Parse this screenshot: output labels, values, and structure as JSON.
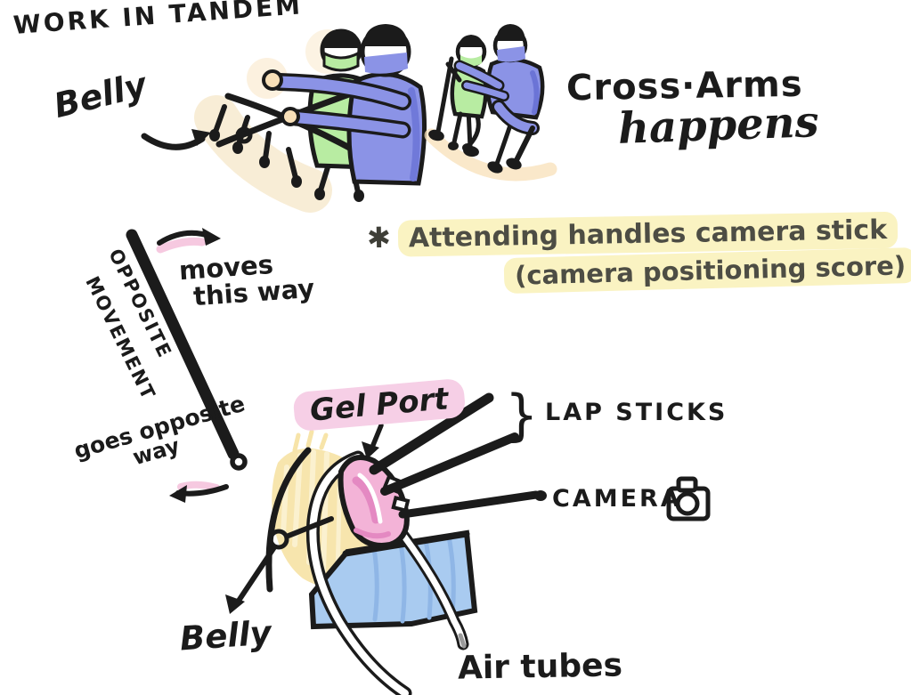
{
  "colors": {
    "paper": "#ffffff",
    "ink": "#1b1b1b",
    "note_ink": "#4d4d44",
    "yellow_highlight": "#FAF3C2",
    "pink_highlight": "#F6CFE6",
    "arrow_pink": "#F6C9E0",
    "scrub_blue": "#8B93E6",
    "scrub_blue_dark": "#6B74D6",
    "scrub_green": "#B8ECA2",
    "skin_beige": "#F8E0B8",
    "belly_beige": "#F8EDD6",
    "mound_yellow": "#F7E4A9",
    "mound_yellow_light": "#FBF1CF",
    "gel_pink": "#F3B3D7",
    "gel_pink_dark": "#E489C2",
    "drape_blue": "#A9CBF0",
    "drape_blue_dark": "#8FB6E6"
  },
  "header": {
    "title": "WORK IN TANDEM"
  },
  "tandem_scene": {
    "belly_label": "Belly"
  },
  "cross_arms": {
    "line1": "Cross·Arms",
    "line2": "happens"
  },
  "note": {
    "bullet": "✱",
    "line1": "Attending handles camera stick",
    "line2": "(camera positioning score)"
  },
  "opposite_stick": {
    "word1": "OPPOSITE",
    "word2": "MOVEMENT",
    "moves_line1": "moves",
    "moves_line2": "this way",
    "goes_line1": "goes opposite",
    "goes_line2": "way"
  },
  "port_diagram": {
    "gel_port_label": "Gel Port",
    "lap_sticks_label": "LAP STICKS",
    "brace": "}",
    "camera_label": "CAMERA",
    "belly_label": "Belly",
    "air_tubes_label": "Air tubes"
  }
}
